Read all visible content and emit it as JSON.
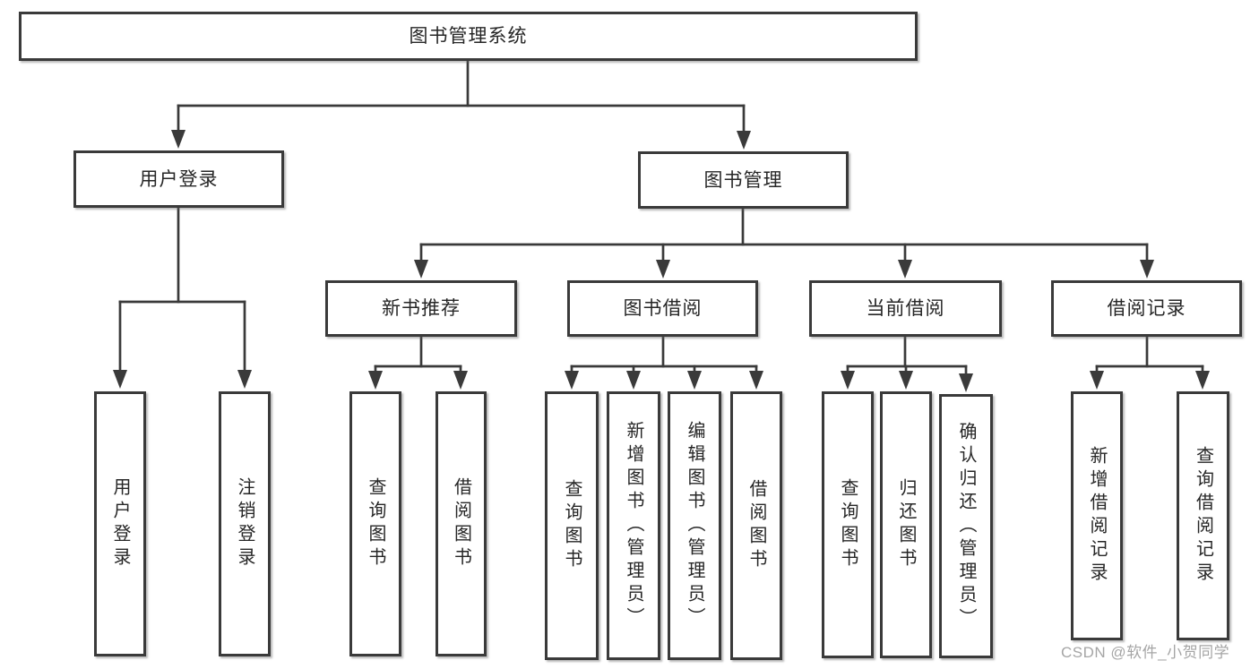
{
  "diagram": {
    "root": {
      "id": "root",
      "label": "图书管理系统"
    },
    "branches": [
      {
        "id": "user-login",
        "label": "用户登录"
      },
      {
        "id": "book-mgmt",
        "label": "图书管理"
      }
    ],
    "modules": [
      {
        "id": "new-book-rec",
        "label": "新书推荐"
      },
      {
        "id": "book-borrow",
        "label": "图书借阅"
      },
      {
        "id": "current-borrow",
        "label": "当前借阅"
      },
      {
        "id": "borrow-record",
        "label": "借阅记录"
      }
    ],
    "leaves": [
      {
        "id": "leaf-user-login",
        "label": "用户登录"
      },
      {
        "id": "leaf-logout",
        "label": "注销登录"
      },
      {
        "id": "leaf-query-book-1",
        "label": "查询图书"
      },
      {
        "id": "leaf-borrow-book-1",
        "label": "借阅图书"
      },
      {
        "id": "leaf-query-book-2",
        "label": "查询图书"
      },
      {
        "id": "leaf-add-book",
        "label": "新增图书（管理员）"
      },
      {
        "id": "leaf-edit-book",
        "label": "编辑图书（管理员）"
      },
      {
        "id": "leaf-borrow-book-2",
        "label": "借阅图书"
      },
      {
        "id": "leaf-query-book-3",
        "label": "查询图书"
      },
      {
        "id": "leaf-return-book",
        "label": "归还图书"
      },
      {
        "id": "leaf-confirm-return",
        "label": "确认归还（管理员）"
      },
      {
        "id": "leaf-add-record",
        "label": "新增借阅记录"
      },
      {
        "id": "leaf-query-record",
        "label": "查询借阅记录"
      }
    ]
  },
  "watermark": "CSDN @软件_小贺同学",
  "colors": {
    "line": "#3a3a3a",
    "text": "#262626",
    "background": "#ffffff",
    "watermark": "#9e9e9e"
  }
}
